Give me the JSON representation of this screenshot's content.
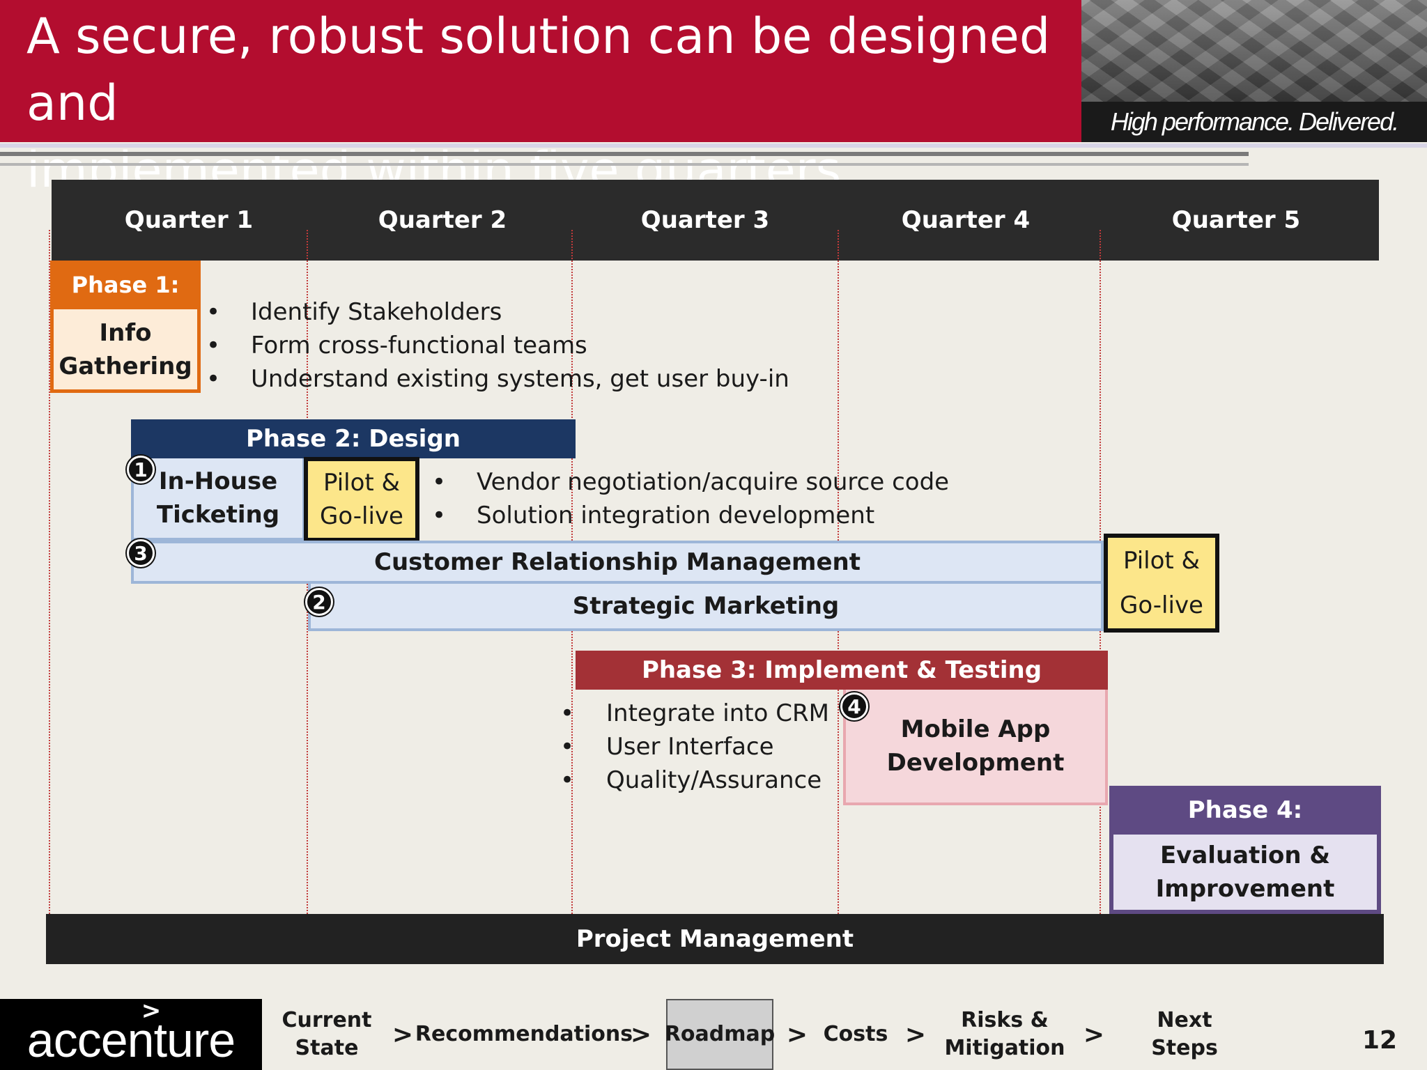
{
  "header": {
    "title_line1": "A secure, robust solution can be designed and",
    "title_line2": "implemented within five quarters.",
    "tagline": "High performance. Delivered.",
    "brand_color": "#b30d2f"
  },
  "quarters": [
    "Quarter 1",
    "Quarter 2",
    "Quarter 3",
    "Quarter 4",
    "Quarter 5"
  ],
  "phase1": {
    "head": "Phase 1:",
    "body_line1": "Info",
    "body_line2": "Gathering",
    "color": "#e06a12",
    "bullets": [
      "Identify Stakeholders",
      "Form cross-functional teams",
      "Understand existing systems, get user buy-in"
    ]
  },
  "phase2": {
    "head": "Phase 2: Design",
    "color": "#1c3763",
    "inhouse_line1": "In-House",
    "inhouse_line2": "Ticketing",
    "golive_line1": "Pilot &",
    "golive_line2": "Go-live",
    "bullets": [
      "Vendor negotiation/acquire source code",
      "Solution integration development"
    ],
    "crm": "Customer Relationship Management",
    "strategic_marketing": "Strategic Marketing",
    "golive2_line1": "Pilot &",
    "golive2_line2": "Go-live",
    "badges": [
      "1",
      "3",
      "2"
    ]
  },
  "phase3": {
    "head": "Phase 3: Implement & Testing",
    "color": "#a33136",
    "bullets": [
      "Integrate into CRM",
      "User Interface",
      "Quality/Assurance"
    ],
    "mobile_line1": "Mobile App",
    "mobile_line2": "Development",
    "badge": "4"
  },
  "phase4": {
    "head": "Phase 4:",
    "body_line1": "Evaluation &",
    "body_line2": "Improvement",
    "color": "#5e4a83"
  },
  "project_management": "Project Management",
  "footer": {
    "logo": "accenture",
    "logo_mark": ">",
    "crumbs": {
      "current_state_line1": "Current",
      "current_state_line2": "State",
      "recommendations": "Recommendations",
      "roadmap": "Roadmap",
      "costs": "Costs",
      "risks_line1": "Risks &",
      "risks_line2": "Mitigation",
      "next_steps": "Next Steps"
    },
    "separator": ">",
    "page_number": "12"
  }
}
